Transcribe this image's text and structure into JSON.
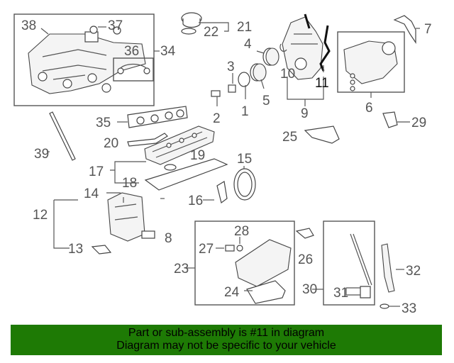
{
  "diagram": {
    "callouts": [
      {
        "id": "c1",
        "label": "1"
      },
      {
        "id": "c2",
        "label": "2"
      },
      {
        "id": "c3",
        "label": "3"
      },
      {
        "id": "c4",
        "label": "4"
      },
      {
        "id": "c5",
        "label": "5"
      },
      {
        "id": "c6",
        "label": "6"
      },
      {
        "id": "c7",
        "label": "7"
      },
      {
        "id": "c8",
        "label": "8"
      },
      {
        "id": "c9",
        "label": "9"
      },
      {
        "id": "c10",
        "label": "10"
      },
      {
        "id": "c11",
        "label": "11"
      },
      {
        "id": "c12",
        "label": "12"
      },
      {
        "id": "c13",
        "label": "13"
      },
      {
        "id": "c14",
        "label": "14"
      },
      {
        "id": "c15",
        "label": "15"
      },
      {
        "id": "c16",
        "label": "16"
      },
      {
        "id": "c17",
        "label": "17"
      },
      {
        "id": "c18",
        "label": "18"
      },
      {
        "id": "c19",
        "label": "19"
      },
      {
        "id": "c20",
        "label": "20"
      },
      {
        "id": "c21",
        "label": "21"
      },
      {
        "id": "c22",
        "label": "22"
      },
      {
        "id": "c23",
        "label": "23"
      },
      {
        "id": "c24",
        "label": "24"
      },
      {
        "id": "c25",
        "label": "25"
      },
      {
        "id": "c26",
        "label": "26"
      },
      {
        "id": "c27",
        "label": "27"
      },
      {
        "id": "c28",
        "label": "28"
      },
      {
        "id": "c29",
        "label": "29"
      },
      {
        "id": "c30",
        "label": "30"
      },
      {
        "id": "c31",
        "label": "31"
      },
      {
        "id": "c32",
        "label": "32"
      },
      {
        "id": "c33",
        "label": "33"
      },
      {
        "id": "c34",
        "label": "34"
      },
      {
        "id": "c35",
        "label": "35"
      },
      {
        "id": "c36",
        "label": "36"
      },
      {
        "id": "c37",
        "label": "37"
      },
      {
        "id": "c38",
        "label": "38"
      },
      {
        "id": "c39",
        "label": "39"
      }
    ],
    "highlighted_part": "11"
  },
  "banner": {
    "line1": "Part or sub-assembly is #11 in diagram",
    "line2": "Diagram may not be specific to your vehicle",
    "color": "#1e7a05"
  }
}
